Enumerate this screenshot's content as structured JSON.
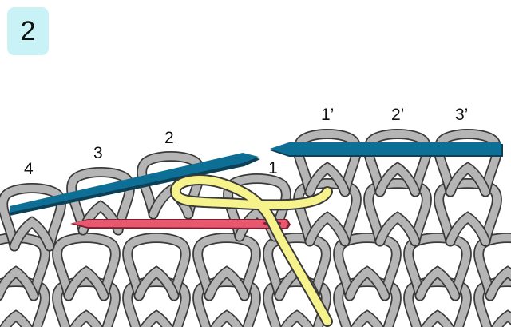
{
  "step": "2",
  "stitch_labels": {
    "s1": "1",
    "s2": "2",
    "s3": "3",
    "s4": "4",
    "p1": "1’",
    "p2": "2’",
    "p3": "3’"
  },
  "colors": {
    "yarn": "#b5b5b5",
    "yarn_outline": "#3a3a3a",
    "needle": "#0e6f96",
    "tapestry_needle": "#e8576e",
    "working_yarn": "#f6f28c",
    "badge": "#c8f2f6"
  }
}
